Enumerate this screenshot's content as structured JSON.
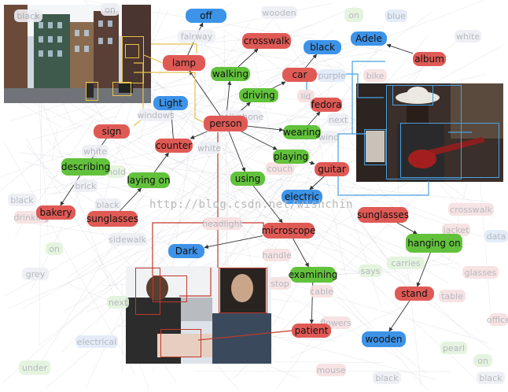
{
  "colors": {
    "object_node": "#e05a55",
    "relation_node": "#62c23c",
    "attribute_node": "#3d93e8",
    "edge": "#333333",
    "street_box": "#e8c14a",
    "guitar_box": "#4aa0e0",
    "dentist_box": "#c0392b"
  },
  "watermark": "http://blog.csdn.net/wishchin",
  "nodes": [
    {
      "id": "off",
      "label": "off",
      "kind": "attribute"
    },
    {
      "id": "crosswalk",
      "label": "crosswalk",
      "kind": "object"
    },
    {
      "id": "lamp",
      "label": "lamp",
      "kind": "object"
    },
    {
      "id": "walking",
      "label": "walking",
      "kind": "relation"
    },
    {
      "id": "black1",
      "label": "black",
      "kind": "attribute"
    },
    {
      "id": "adele",
      "label": "Adele",
      "kind": "attribute"
    },
    {
      "id": "album",
      "label": "album",
      "kind": "object"
    },
    {
      "id": "car",
      "label": "car",
      "kind": "object"
    },
    {
      "id": "driving",
      "label": "driving",
      "kind": "relation"
    },
    {
      "id": "fedora",
      "label": "fedora",
      "kind": "object"
    },
    {
      "id": "light",
      "label": "Light",
      "kind": "attribute"
    },
    {
      "id": "person",
      "label": "person",
      "kind": "object"
    },
    {
      "id": "wearing",
      "label": "wearing",
      "kind": "relation"
    },
    {
      "id": "sign",
      "label": "sign",
      "kind": "object"
    },
    {
      "id": "counter",
      "label": "counter",
      "kind": "object"
    },
    {
      "id": "playing",
      "label": "playing",
      "kind": "relation"
    },
    {
      "id": "describing",
      "label": "describing",
      "kind": "relation"
    },
    {
      "id": "guitar",
      "label": "guitar",
      "kind": "object"
    },
    {
      "id": "layingon",
      "label": "laying on",
      "kind": "relation"
    },
    {
      "id": "using",
      "label": "using",
      "kind": "relation"
    },
    {
      "id": "electric",
      "label": "electric",
      "kind": "attribute"
    },
    {
      "id": "bakery",
      "label": "bakery",
      "kind": "object"
    },
    {
      "id": "sunglasses1",
      "label": "sunglasses",
      "kind": "object"
    },
    {
      "id": "sunglasses2",
      "label": "sunglasses",
      "kind": "object"
    },
    {
      "id": "microscope",
      "label": "microscope",
      "kind": "object"
    },
    {
      "id": "hangingon",
      "label": "hanging on",
      "kind": "relation"
    },
    {
      "id": "dark",
      "label": "Dark",
      "kind": "attribute"
    },
    {
      "id": "examining",
      "label": "examining",
      "kind": "relation"
    },
    {
      "id": "stand",
      "label": "stand",
      "kind": "object"
    },
    {
      "id": "patient",
      "label": "patient",
      "kind": "object"
    },
    {
      "id": "wooden",
      "label": "wooden",
      "kind": "attribute"
    }
  ],
  "edges": [
    [
      "lamp",
      "off"
    ],
    [
      "walking",
      "crosswalk"
    ],
    [
      "person",
      "walking"
    ],
    [
      "person",
      "lamp"
    ],
    [
      "car",
      "black1"
    ],
    [
      "album",
      "adele"
    ],
    [
      "driving",
      "car"
    ],
    [
      "person",
      "driving"
    ],
    [
      "person",
      "wearing"
    ],
    [
      "wearing",
      "fedora"
    ],
    [
      "counter",
      "light"
    ],
    [
      "person",
      "counter"
    ],
    [
      "person",
      "playing"
    ],
    [
      "playing",
      "guitar"
    ],
    [
      "guitar",
      "electric"
    ],
    [
      "person",
      "using"
    ],
    [
      "using",
      "microscope"
    ],
    [
      "sign",
      "describing"
    ],
    [
      "describing",
      "bakery"
    ],
    [
      "layingon",
      "counter"
    ],
    [
      "sunglasses1",
      "layingon"
    ],
    [
      "microscope",
      "dark"
    ],
    [
      "microscope",
      "examining"
    ],
    [
      "examining",
      "patient"
    ],
    [
      "sunglasses2",
      "hangingon"
    ],
    [
      "hangingon",
      "stand"
    ],
    [
      "stand",
      "wooden"
    ]
  ],
  "ghost_nodes": [
    {
      "label": "on",
      "tint": "gray"
    },
    {
      "label": "black",
      "tint": "gray"
    },
    {
      "label": "wooden",
      "tint": "gray"
    },
    {
      "label": "on",
      "tint": "green"
    },
    {
      "label": "blue",
      "tint": "blue"
    },
    {
      "label": "white",
      "tint": "gray"
    },
    {
      "label": "fairway",
      "tint": "gray"
    },
    {
      "label": "purple",
      "tint": "blue"
    },
    {
      "label": "bike",
      "tint": "red"
    },
    {
      "label": "lid",
      "tint": "red"
    },
    {
      "label": "windows",
      "tint": "gray"
    },
    {
      "label": "cell phone",
      "tint": "gray"
    },
    {
      "label": "next",
      "tint": "gray"
    },
    {
      "label": "white",
      "tint": "gray"
    },
    {
      "label": "wind",
      "tint": "gray"
    },
    {
      "label": "couch",
      "tint": "red"
    },
    {
      "label": "white",
      "tint": "gray"
    },
    {
      "label": "hold",
      "tint": "green"
    },
    {
      "label": "brick",
      "tint": "gray"
    },
    {
      "label": "black",
      "tint": "gray"
    },
    {
      "label": "drinking",
      "tint": "red"
    },
    {
      "label": "black",
      "tint": "gray"
    },
    {
      "label": "headlight",
      "tint": "red"
    },
    {
      "label": "crosswalk",
      "tint": "red"
    },
    {
      "label": "jacket",
      "tint": "red"
    },
    {
      "label": "data",
      "tint": "blue"
    },
    {
      "label": "sidewalk",
      "tint": "gray"
    },
    {
      "label": "on",
      "tint": "green"
    },
    {
      "label": "handle",
      "tint": "red"
    },
    {
      "label": "carries",
      "tint": "green"
    },
    {
      "label": "grey",
      "tint": "gray"
    },
    {
      "label": "says",
      "tint": "green"
    },
    {
      "label": "glasses",
      "tint": "red"
    },
    {
      "label": "stop",
      "tint": "red"
    },
    {
      "label": "cable",
      "tint": "red"
    },
    {
      "label": "next",
      "tint": "green"
    },
    {
      "label": "table",
      "tint": "red"
    },
    {
      "label": "flowers",
      "tint": "red"
    },
    {
      "label": "office",
      "tint": "red"
    },
    {
      "label": "electrical",
      "tint": "blue"
    },
    {
      "label": "pearl",
      "tint": "green"
    },
    {
      "label": "on",
      "tint": "green"
    },
    {
      "label": "under",
      "tint": "green"
    },
    {
      "label": "mouse",
      "tint": "red"
    },
    {
      "label": "black",
      "tint": "gray"
    },
    {
      "label": "black",
      "tint": "gray"
    }
  ]
}
